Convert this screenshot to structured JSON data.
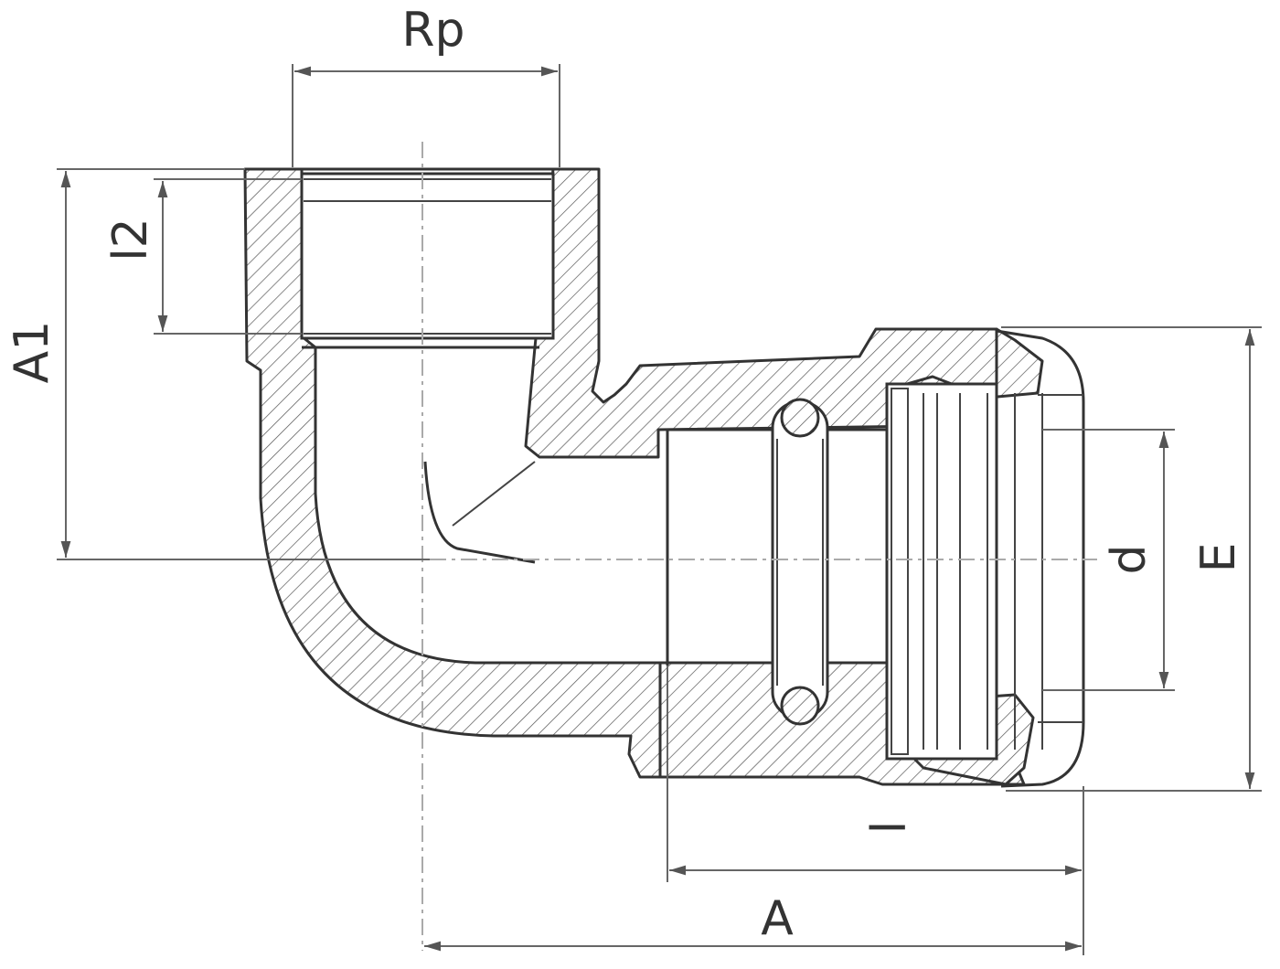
{
  "dimensions": {
    "rp": "Rp",
    "l2": "l2",
    "a1": "A1",
    "d": "d",
    "e": "E",
    "l": "l",
    "a": "A"
  }
}
